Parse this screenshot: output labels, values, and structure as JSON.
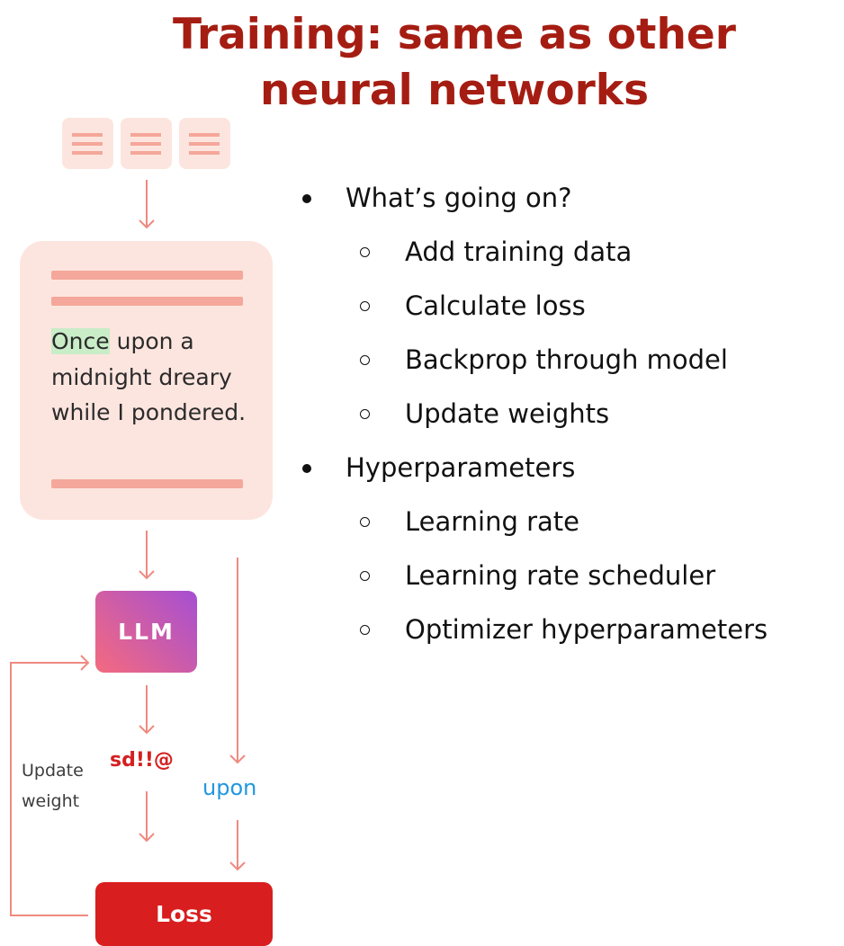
{
  "title": {
    "line1": "Training: same as other",
    "line2": "neural networks"
  },
  "diagram": {
    "text_highlight": "Once",
    "text_rest": " upon a midnight dreary while I pondered.",
    "model_label": "LLM",
    "prediction": "sd!!@",
    "target": "upon",
    "loss_label": "Loss",
    "update_label_1": "Update",
    "update_label_2": "weight"
  },
  "bullets": [
    {
      "text": "What’s going on?",
      "sub": [
        "Add training data",
        "Calculate loss",
        "Backprop through model",
        "Update weights"
      ]
    },
    {
      "text": "Hyperparameters",
      "sub": [
        "Learning rate",
        "Learning rate scheduler",
        "Optimizer hyperparameters"
      ]
    }
  ],
  "colors": {
    "title": "#a51d12",
    "arrow": "#ef8a80",
    "doc_bg": "#fde5df",
    "highlight": "#c9edc7",
    "loss": "#d81e1e",
    "prediction": "#d32020",
    "target": "#2196e0"
  }
}
